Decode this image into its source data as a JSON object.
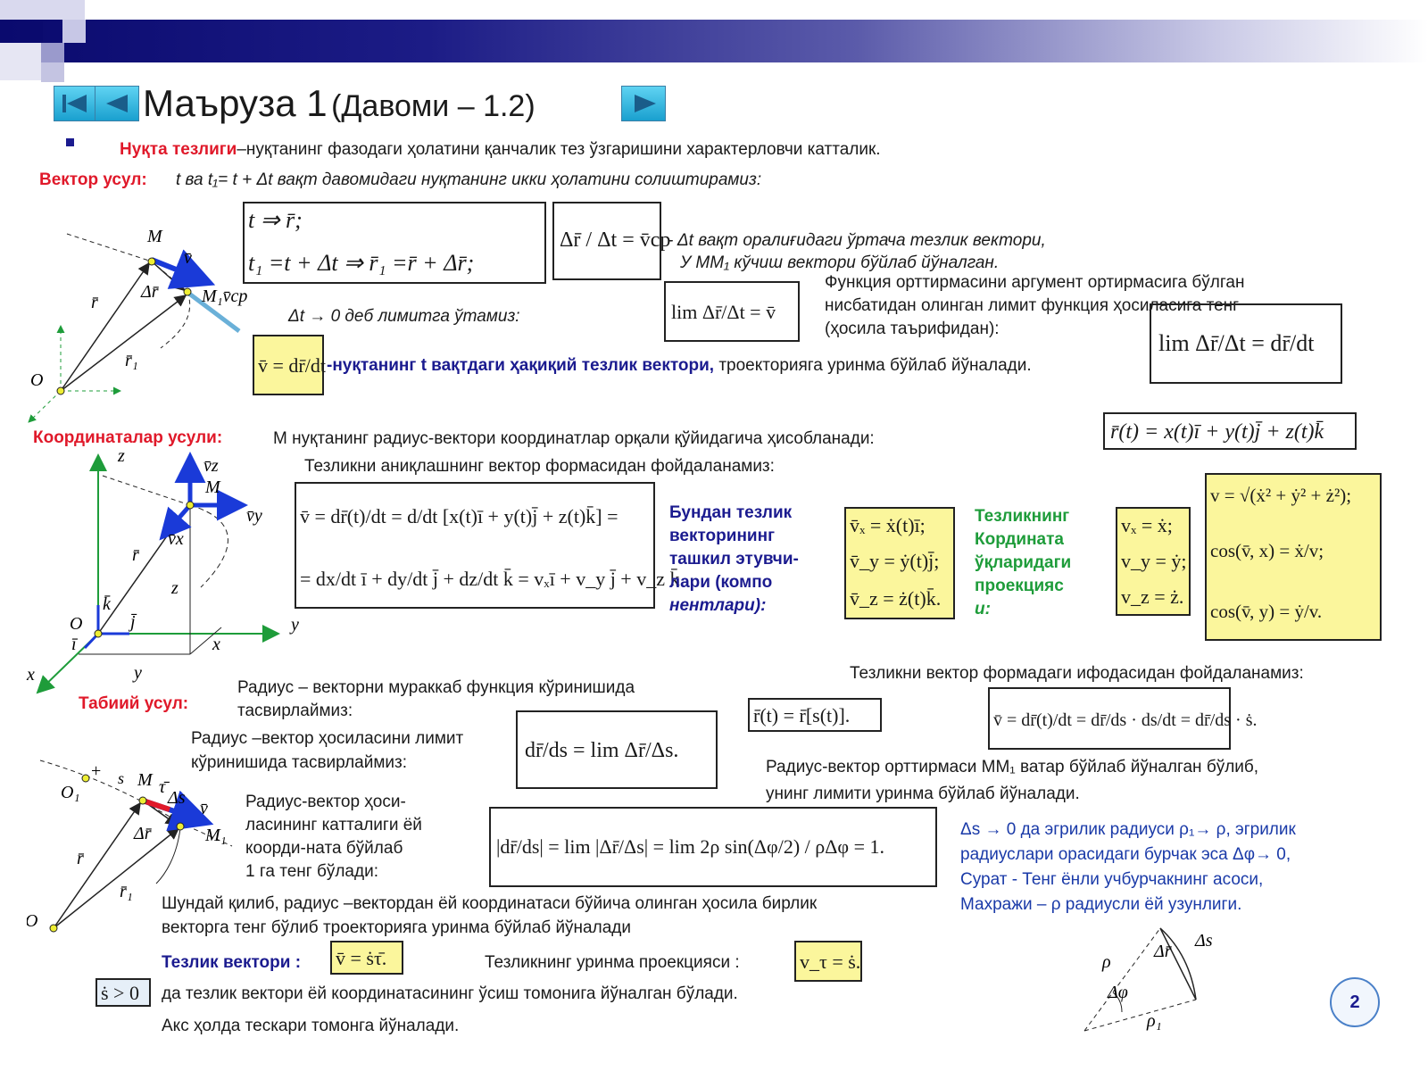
{
  "header": {
    "title": "Маъруза 1",
    "subtitle": "(Давоми – 1.2)",
    "slide_number": "2"
  },
  "intro": {
    "term": "Нуқта тезлиги",
    "definition": "–нуқтанинг фазодаги ҳолатини  қанчалик  тез ўзгаришини характерловчи катталик."
  },
  "vector_method": {
    "label": "Вектор усул:",
    "intro": "t ва t₁= t + Δt вақт давомидаги нуқтанинг икки ҳолатини солиштирамиз:",
    "eq_pos_1": "t              ⇒ r̄;",
    "eq_pos_2": "t₁ =t + Δt ⇒ r̄₁ =r̄ + Δr̄;",
    "eq_avg": "Δr̄ / Δt = v̄ср",
    "avg_note_1": "- Δt вақт оралиғидаги ўртача тезлик вектори,",
    "avg_note_2": "У ММ₁ кўчиш вектори бўйлаб йўналган.",
    "limit_note": "Δt → 0 деб лимитга ўтамиз:",
    "eq_limit": "lim Δr̄/Δt = v̄",
    "deriv_note_1": "Функция орттирмасини аргумент ортирмасига бўлган",
    "deriv_note_2": "нисбатидан олинган лимит функция ҳосиласига тенг",
    "deriv_note_3": "(ҳосила таърифидан):",
    "eq_deriv": "lim Δr̄/Δt = dr̄/dt",
    "eq_velocity": "v̄ = dr̄/dt",
    "velocity_term": "-нуқтанинг t  вақтдаги ҳақиқий тезлик вектори,",
    "velocity_rest": " троекторияга уринма бўйлаб йўналади."
  },
  "coord_method": {
    "label": "Координаталар усули:",
    "intro": "М нуқтанинг радиус-вектори координатлар орқали қўйидагича ҳисобланади:",
    "eq_radius": "r̄(t) = x(t)ī + y(t)j̄ + z(t)k̄",
    "vector_form_note": "Тезликни аниқлашнинг вектор формасидан фойдаланамиз:",
    "eq_v1": "v̄ = dr̄(t)/dt = d/dt [x(t)ī + y(t)j̄ + z(t)k̄] =",
    "eq_v2": "= dx/dt ī + dy/dt j̄ + dz/dt k̄ = vₓī + v_y j̄ + v_z k̄",
    "components_note": [
      "Бундан тезлик",
      "векторининг",
      "ташкил этувчи-",
      "лари (компо",
      "нентлари):"
    ],
    "components": [
      "v̄ₓ = ẋ(t)ī;",
      "v̄_y = ẏ(t)j̄;",
      "v̄_z = ż(t)k̄."
    ],
    "projections_note": [
      "Тезликнинг",
      "Кордината",
      "ўқларидаги",
      "проекцияс",
      "и:"
    ],
    "projections": [
      "vₓ = ẋ;",
      "v_y = ẏ;",
      "v_z = ż."
    ],
    "magnitude": [
      "v = √(ẋ² + ẏ² + ż²);",
      "cos(v̄, x) = ẋ/v;",
      "cos(v̄, y) = ẏ/v."
    ]
  },
  "natural_method": {
    "label": "Табиий усул:",
    "radius_note_1": "Радиус – векторни мураккаб функция кўринишида",
    "radius_note_2": "тасвирлаймиз:",
    "eq_radius": "r̄(t) = r̄[s(t)].",
    "vector_form_note": "Тезликни вектор формадаги ифодасидан фойдаланамиз:",
    "eq_chain": "v̄ = dr̄(t)/dt = dr̄/ds · ds/dt = dr̄/ds · ṡ.",
    "deriv_note_1": "Радиус –вектор ҳосиласини лимит",
    "deriv_note_2": "кўринишида тасвирлаймиз:",
    "eq_deriv": "dr̄/ds = lim Δr̄/Δs.",
    "mm1_note_1": "Радиус-вектор орттирмаси ММ₁ ватар бўйлаб йўналган бўлиб,",
    "mm1_note_2": "унинг лимити уринма  бўйлаб йўналади.",
    "unit_note": [
      "Радиус-вектор ҳоси-",
      "ласининг катталиги ёй",
      "коорди-ната бўйлаб",
      "1 га тенг бўлади:"
    ],
    "eq_unit": "|dr̄/ds| = lim |Δr̄/Δs| = lim 2ρ sin(Δφ/2) / ρΔφ = 1.",
    "curvature_note": [
      "Δs → 0 да эгрилик радиуси  ρ₁→ ρ,  эгрилик",
      "радиуслари орасидаги бурчак эса Δφ→ 0,",
      "Сурат - Тенг ёнли учбурчакнинг асоси,",
      "Махражи –  ρ радиусли ёй узунлиги."
    ],
    "summary_1": "Шундай қилиб,  радиус –вектордан ёй координатаси бўйича олинган ҳосила бирлик",
    "summary_2": "векторга тенг бўлиб троекторияга уринма бўйлаб йўналади",
    "velocity_label": "Тезлик вектори :",
    "eq_velocity": "v̄ = ṡτ̄.",
    "tangent_label": "Тезликнинг уринма проекцияси :",
    "eq_tangent": "v_τ = ṡ.",
    "eq_positive": "ṡ > 0",
    "positive_note": "да  тезлик вектори ёй координатасининг ўсиш томонига йўналган бўлади.",
    "negative_note": "Акс ҳолда тескари томонга йўналади."
  },
  "colors": {
    "term_red": "#e0192a",
    "term_navy": "#1b1b8f",
    "term_green": "#1e9c3a",
    "formula_yellow": "#fbf69c",
    "bar_dark": "#0a0a6e"
  }
}
